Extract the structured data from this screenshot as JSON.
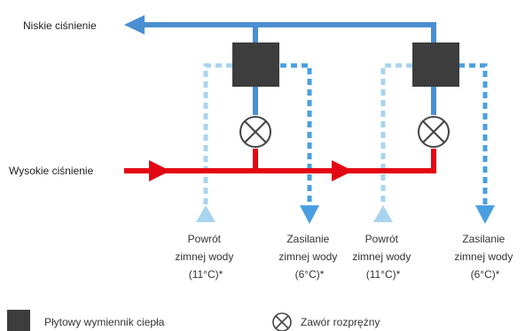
{
  "colors": {
    "low_pressure": "#4a8fd1",
    "high_pressure": "#e30613",
    "return_dashed": "#a9d4f0",
    "supply_dashed": "#4a9fe0",
    "exchanger": "#3d3d3d",
    "valve": "#444444"
  },
  "lines": {
    "low_pressure": "Niskie ciśnienie",
    "high_pressure": "Wysokie ciśnienie"
  },
  "units": [
    {
      "return_label": [
        "Powrót",
        "zimnej wody",
        "(11°C)*"
      ],
      "supply_label": [
        "Zasilanie",
        "zimnej wody",
        "(6°C)*"
      ]
    },
    {
      "return_label": [
        "Powrót",
        "zimnej wody",
        "(11°C)*"
      ],
      "supply_label": [
        "Zasilanie",
        "zimnej wody",
        "(6°C)*"
      ]
    }
  ],
  "legend": {
    "exchanger": "Płytowy wymiennik ciepła",
    "valve": "Zawór rozprężny",
    "exchanger_icon": "square-icon",
    "valve_icon": "valve-icon"
  }
}
